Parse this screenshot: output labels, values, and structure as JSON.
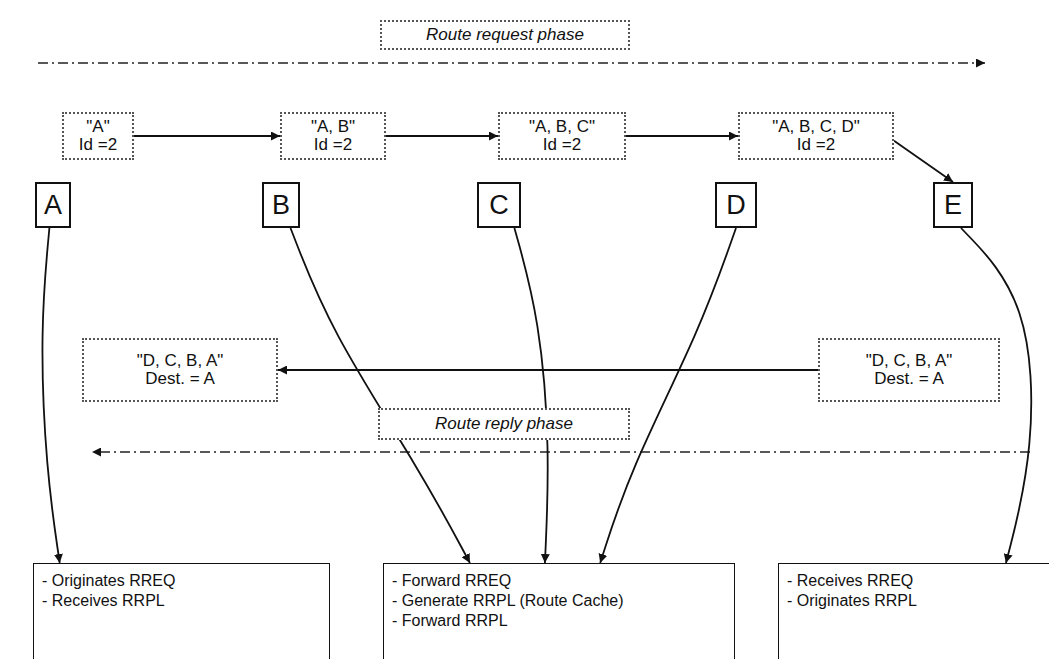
{
  "diagram": {
    "nodes": [
      {
        "text": [
          "Route request phase"
        ]
      },
      {
        "text": [
          "\"A\"",
          "Id =2"
        ]
      },
      {
        "text": [
          "\"A, B\"",
          "Id =2"
        ]
      },
      {
        "text": [
          "\"A, B, C\"",
          "Id =2"
        ]
      },
      {
        "text": [
          "\"A, B, C, D\"",
          "Id =2"
        ]
      },
      {
        "text": [
          "A"
        ]
      },
      {
        "text": [
          "B"
        ]
      },
      {
        "text": [
          "C"
        ]
      },
      {
        "text": [
          "D"
        ]
      },
      {
        "text": [
          "E"
        ]
      },
      {
        "text": [
          "\"D, C, B, A\"",
          "Dest. = A"
        ]
      },
      {
        "text": [
          "\"D, C, B, A\"",
          "Dest. = A"
        ]
      },
      {
        "text": [
          "Route reply phase"
        ]
      },
      {
        "text": [
          "- Originates RREQ",
          "- Receives RRPL"
        ]
      },
      {
        "text": [
          "- Forward RREQ",
          "- Generate RRPL (Route Cache)",
          "- Forward RRPL"
        ]
      },
      {
        "text": [
          "- Receives RREQ",
          "- Originates RRPL"
        ]
      }
    ],
    "edges": [
      {
        "from": 1,
        "to": 2,
        "arrow": "to"
      },
      {
        "from": 2,
        "to": 3,
        "arrow": "to"
      },
      {
        "from": 3,
        "to": 4,
        "arrow": "to"
      },
      {
        "from": 4,
        "to": 9,
        "arrow": "to"
      },
      {
        "from": 11,
        "to": 10,
        "arrow": "to"
      },
      {
        "from": 5,
        "to": 13,
        "arrow": "to"
      },
      {
        "from": 6,
        "to": 14,
        "arrow": "to"
      },
      {
        "from": 7,
        "to": 14,
        "arrow": "to"
      },
      {
        "from": 8,
        "to": 14,
        "arrow": "to"
      },
      {
        "from": 9,
        "to": 15,
        "arrow": "to"
      }
    ]
  }
}
